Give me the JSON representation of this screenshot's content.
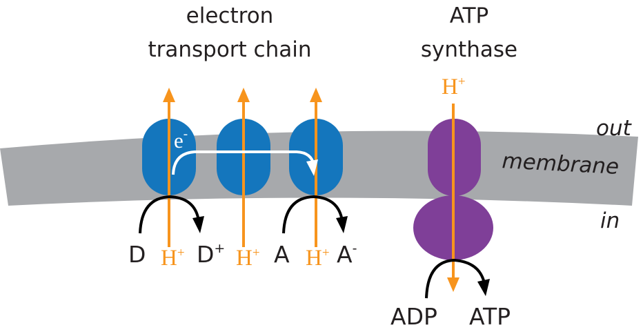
{
  "titles": {
    "etc_line1": "electron",
    "etc_line2": "transport chain",
    "atp_line1": "ATP",
    "atp_line2": "synthase"
  },
  "regions": {
    "out": "out",
    "membrane": "membrane",
    "in": "in"
  },
  "electron": {
    "symbol": "e",
    "charge": "-"
  },
  "protons": {
    "symbol": "H",
    "charge": "+"
  },
  "reactions": {
    "donor": "D",
    "donor_oxidized": "D",
    "donor_oxidized_charge": "+",
    "acceptor": "A",
    "acceptor_reduced": "A",
    "acceptor_reduced_charge": "-",
    "adp": "ADP",
    "atp": "ATP"
  },
  "colors": {
    "membrane": "#a7a9ac",
    "etc_complex": "#1476bd",
    "atp_synthase": "#7f3f98",
    "proton_arrow": "#f7941d",
    "electron_arrow": "#ffffff",
    "reaction_arrow": "#000000"
  }
}
